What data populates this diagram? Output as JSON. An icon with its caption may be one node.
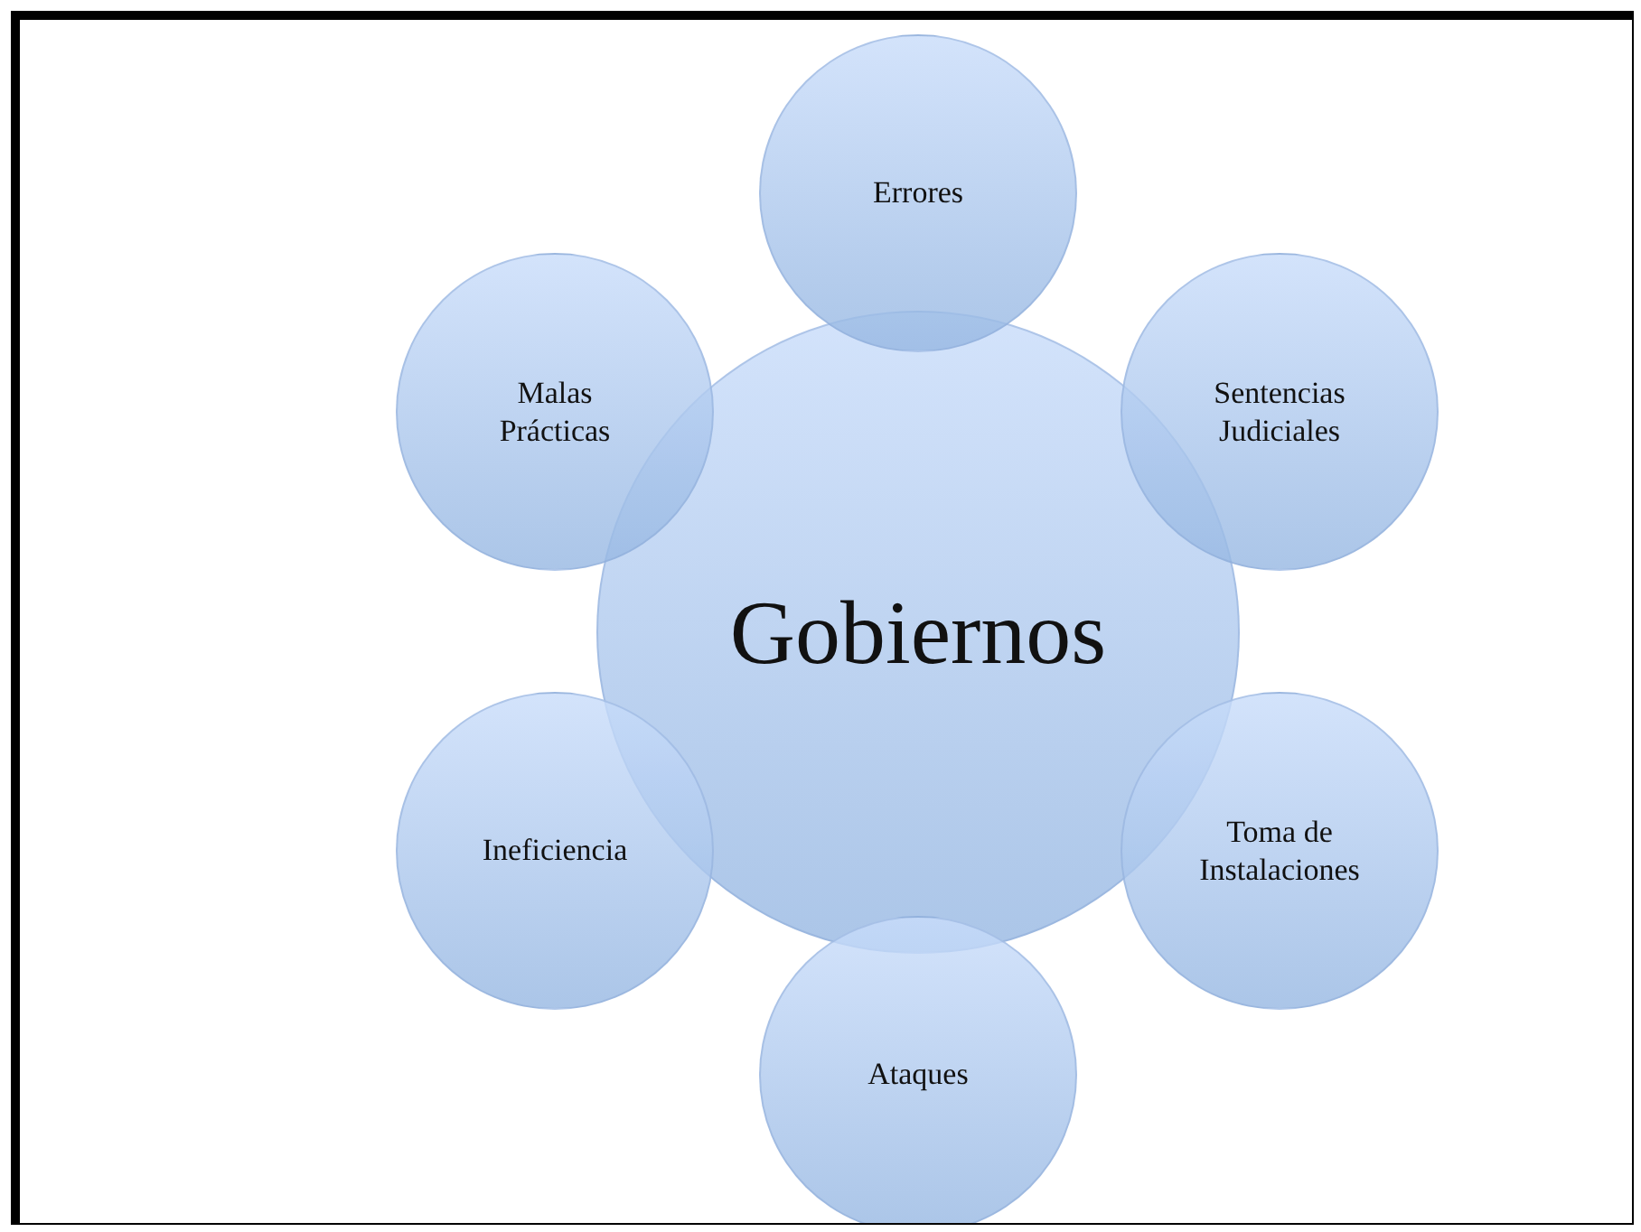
{
  "diagram": {
    "nodes": [
      {
        "text": [
          "Gobiernos"
        ]
      },
      {
        "text": [
          "Errores"
        ]
      },
      {
        "text": [
          "Sentencias Judiciales"
        ]
      },
      {
        "text": [
          "Toma de Instalaciones"
        ]
      },
      {
        "text": [
          "Ataques"
        ]
      },
      {
        "text": [
          "Ineficiencia"
        ]
      },
      {
        "text": [
          "Malas Prácticas"
        ]
      }
    ]
  }
}
